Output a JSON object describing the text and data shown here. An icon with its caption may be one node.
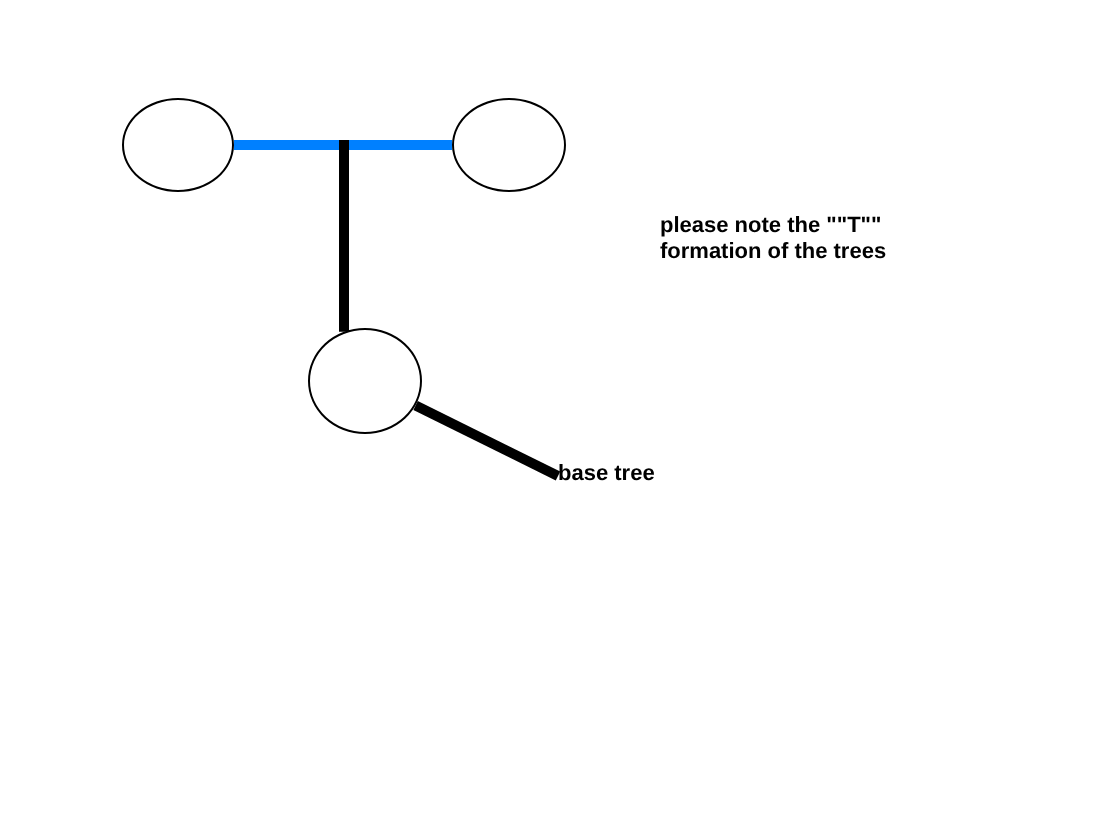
{
  "diagram": {
    "nodes": [
      {
        "text": [],
        "shape": "circle"
      },
      {
        "text": [],
        "shape": "circle"
      },
      {
        "text": [],
        "shape": "circle"
      },
      {
        "text": [
          "base tree"
        ]
      }
    ],
    "edges": [
      {
        "from": 0,
        "to": 1,
        "arrow": "none",
        "color": "#0080ff"
      },
      {
        "from": null,
        "to": 2,
        "arrow": "none"
      },
      {
        "from": 3,
        "to": 2,
        "arrow": "none"
      }
    ],
    "labels": [
      "please note the \"\"T\"\" formation of the trees"
    ]
  }
}
